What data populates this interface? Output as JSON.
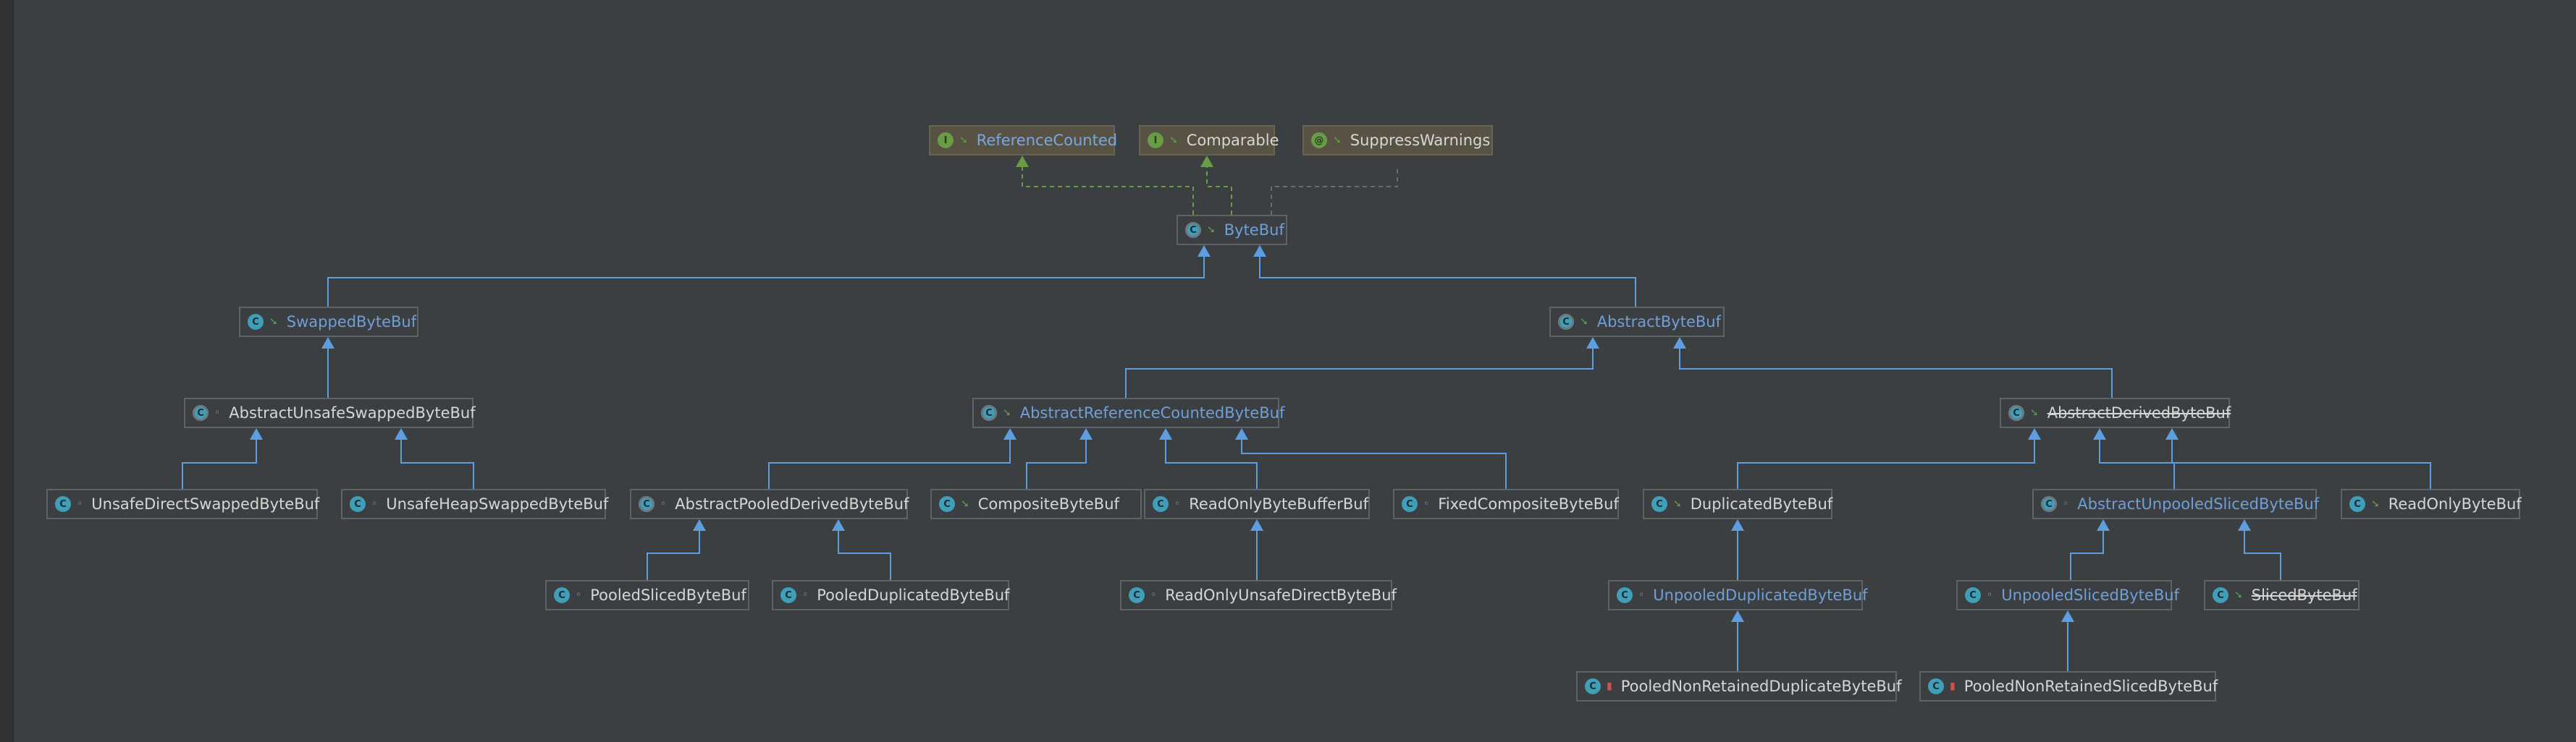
{
  "diagram": {
    "colors": {
      "background": "#3c3f41",
      "extends_edge": "#5c9ee0",
      "implements_edge": "#6a9b45",
      "annotation_edge": "#6b6b6b",
      "node_border": "#5e6366",
      "interface_fill": "#575243",
      "label_default": "#d6d6d6",
      "label_blue": "#6f9fd8"
    },
    "nodes": [
      {
        "id": "referencecounted",
        "label": "ReferenceCounted",
        "kind": "interface",
        "icon": "interface-icon",
        "modifier": "public",
        "blue": true
      },
      {
        "id": "comparable",
        "label": "Comparable",
        "kind": "interface",
        "icon": "interface-icon",
        "modifier": "public"
      },
      {
        "id": "suppresswarnings",
        "label": "SuppressWarnings",
        "kind": "annotation",
        "icon": "annotation-icon",
        "modifier": "public"
      },
      {
        "id": "bytebuf",
        "label": "ByteBuf",
        "kind": "abstract-class",
        "icon": "abstract-class-icon",
        "modifier": "public",
        "blue": true
      },
      {
        "id": "swappedbytebuf",
        "label": "SwappedByteBuf",
        "kind": "class",
        "icon": "class-icon",
        "modifier": "public",
        "blue": true
      },
      {
        "id": "abstractbytebuf",
        "label": "AbstractByteBuf",
        "kind": "abstract-class",
        "icon": "abstract-class-icon",
        "modifier": "public",
        "blue": true
      },
      {
        "id": "abstractunsafeswappedbytebuf",
        "label": "AbstractUnsafeSwappedByteBuf",
        "kind": "abstract-class",
        "icon": "abstract-class-icon",
        "modifier": "package"
      },
      {
        "id": "abstractreferencecountedbytebuf",
        "label": "AbstractReferenceCountedByteBuf",
        "kind": "abstract-class",
        "icon": "abstract-class-icon",
        "modifier": "public",
        "blue": true
      },
      {
        "id": "abstractderivedbytebuf",
        "label": "AbstractDerivedByteBuf",
        "kind": "abstract-class",
        "icon": "abstract-class-icon",
        "modifier": "public",
        "deprecated": true
      },
      {
        "id": "unsafedirectswappedbytebuf",
        "label": "UnsafeDirectSwappedByteBuf",
        "kind": "final-class",
        "icon": "final-class-icon",
        "modifier": "package"
      },
      {
        "id": "unsafeheapswappedbytebuf",
        "label": "UnsafeHeapSwappedByteBuf",
        "kind": "final-class",
        "icon": "final-class-icon",
        "modifier": "package"
      },
      {
        "id": "abstractpooledderivedbytebuf",
        "label": "AbstractPooledDerivedByteBuf",
        "kind": "abstract-class",
        "icon": "abstract-class-icon",
        "modifier": "package"
      },
      {
        "id": "compositebytebuf",
        "label": "CompositeByteBuf",
        "kind": "class",
        "icon": "class-icon",
        "modifier": "public"
      },
      {
        "id": "readonlybytebufferbuf",
        "label": "ReadOnlyByteBufferBuf",
        "kind": "class",
        "icon": "class-icon",
        "modifier": "package"
      },
      {
        "id": "fixedcompositebytebuf",
        "label": "FixedCompositeByteBuf",
        "kind": "final-class",
        "icon": "final-class-icon",
        "modifier": "package"
      },
      {
        "id": "duplicatedbytebuf",
        "label": "DuplicatedByteBuf",
        "kind": "class",
        "icon": "class-icon",
        "modifier": "public"
      },
      {
        "id": "abstractunpooledslicedbytebuf",
        "label": "AbstractUnpooledSlicedByteBuf",
        "kind": "abstract-class",
        "icon": "abstract-class-icon",
        "modifier": "package",
        "blue": true
      },
      {
        "id": "readonlybytebuf",
        "label": "ReadOnlyByteBuf",
        "kind": "class",
        "icon": "class-icon",
        "modifier": "public"
      },
      {
        "id": "pooledslicedbytebuf",
        "label": "PooledSlicedByteBuf",
        "kind": "final-class",
        "icon": "final-class-icon",
        "modifier": "package"
      },
      {
        "id": "pooledduplicatedbytebuf",
        "label": "PooledDuplicatedByteBuf",
        "kind": "final-class",
        "icon": "final-class-icon",
        "modifier": "package"
      },
      {
        "id": "readonlyunsafedirectbytebuf",
        "label": "ReadOnlyUnsafeDirectByteBuf",
        "kind": "final-class",
        "icon": "final-class-icon",
        "modifier": "package"
      },
      {
        "id": "unpooledduplicatedbytebuf",
        "label": "UnpooledDuplicatedByteBuf",
        "kind": "class",
        "icon": "class-icon",
        "modifier": "package",
        "blue": true
      },
      {
        "id": "unpooledslicedbytebuf",
        "label": "UnpooledSlicedByteBuf",
        "kind": "class",
        "icon": "class-icon",
        "modifier": "package",
        "blue": true
      },
      {
        "id": "slicedbytebuf",
        "label": "SlicedByteBuf",
        "kind": "class",
        "icon": "class-icon",
        "modifier": "public",
        "deprecated": true
      },
      {
        "id": "pooledNonRetainedDuplicateByteBuf",
        "label": "PooledNonRetainedDuplicateByteBuf",
        "kind": "final-class",
        "icon": "final-class-icon",
        "modifier": "private"
      },
      {
        "id": "pooledNonRetainedSlicedByteBuf",
        "label": "PooledNonRetainedSlicedByteBuf",
        "kind": "final-class",
        "icon": "final-class-icon",
        "modifier": "private"
      }
    ],
    "edges": [
      {
        "from": "bytebuf",
        "to": "referencecounted",
        "type": "implements"
      },
      {
        "from": "bytebuf",
        "to": "comparable",
        "type": "implements"
      },
      {
        "from": "bytebuf",
        "to": "suppresswarnings",
        "type": "annotated-with"
      },
      {
        "from": "swappedbytebuf",
        "to": "bytebuf",
        "type": "extends"
      },
      {
        "from": "abstractbytebuf",
        "to": "bytebuf",
        "type": "extends"
      },
      {
        "from": "abstractunsafeswappedbytebuf",
        "to": "swappedbytebuf",
        "type": "extends"
      },
      {
        "from": "abstractreferencecountedbytebuf",
        "to": "abstractbytebuf",
        "type": "extends"
      },
      {
        "from": "abstractderivedbytebuf",
        "to": "abstractbytebuf",
        "type": "extends"
      },
      {
        "from": "unsafedirectswappedbytebuf",
        "to": "abstractunsafeswappedbytebuf",
        "type": "extends"
      },
      {
        "from": "unsafeheapswappedbytebuf",
        "to": "abstractunsafeswappedbytebuf",
        "type": "extends"
      },
      {
        "from": "abstractpooledderivedbytebuf",
        "to": "abstractreferencecountedbytebuf",
        "type": "extends"
      },
      {
        "from": "compositebytebuf",
        "to": "abstractreferencecountedbytebuf",
        "type": "extends"
      },
      {
        "from": "readonlybytebufferbuf",
        "to": "abstractreferencecountedbytebuf",
        "type": "extends"
      },
      {
        "from": "fixedcompositebytebuf",
        "to": "abstractreferencecountedbytebuf",
        "type": "extends"
      },
      {
        "from": "duplicatedbytebuf",
        "to": "abstractderivedbytebuf",
        "type": "extends"
      },
      {
        "from": "abstractunpooledslicedbytebuf",
        "to": "abstractderivedbytebuf",
        "type": "extends"
      },
      {
        "from": "readonlybytebuf",
        "to": "abstractderivedbytebuf",
        "type": "extends"
      },
      {
        "from": "pooledslicedbytebuf",
        "to": "abstractpooledderivedbytebuf",
        "type": "extends"
      },
      {
        "from": "pooledduplicatedbytebuf",
        "to": "abstractpooledderivedbytebuf",
        "type": "extends"
      },
      {
        "from": "readonlyunsafedirectbytebuf",
        "to": "readonlybytebufferbuf",
        "type": "extends"
      },
      {
        "from": "unpooledduplicatedbytebuf",
        "to": "duplicatedbytebuf",
        "type": "extends"
      },
      {
        "from": "unpooledslicedbytebuf",
        "to": "abstractunpooledslicedbytebuf",
        "type": "extends"
      },
      {
        "from": "slicedbytebuf",
        "to": "abstractunpooledslicedbytebuf",
        "type": "extends"
      },
      {
        "from": "pooledNonRetainedDuplicateByteBuf",
        "to": "unpooledduplicatedbytebuf",
        "type": "extends"
      },
      {
        "from": "pooledNonRetainedSlicedByteBuf",
        "to": "unpooledslicedbytebuf",
        "type": "extends"
      }
    ]
  }
}
